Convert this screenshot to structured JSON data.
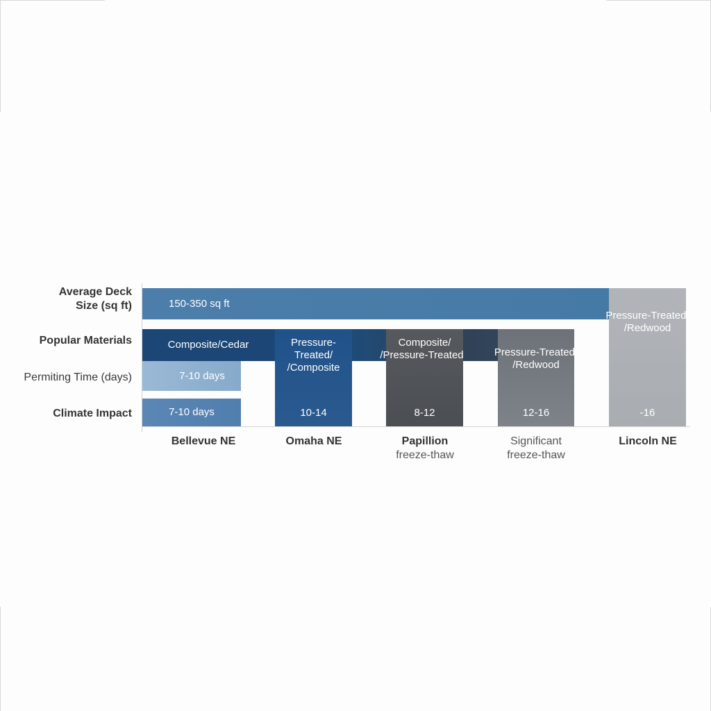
{
  "chart_data": {
    "type": "table",
    "title": "",
    "rows": [
      "Average Deck Size (sq ft)",
      "Popular Materials",
      "Permiting Time (days)",
      "Climate Impact"
    ],
    "categories": [
      "Bellevue NE",
      "Omaha NE",
      "Papillion freeze-thaw",
      "Significant freeze-thaw",
      "Lincoln NE"
    ],
    "cells": {
      "Bellevue NE": {
        "deck_size": "150-350 sq ft",
        "materials": "Composite/Cedar",
        "permitting": "7-10 days",
        "climate": "7-10 days"
      },
      "Omaha NE": {
        "materials": "Pressure-Treated/ /Composite",
        "climate": "10-14"
      },
      "Papillion": {
        "materials": "Composite/ /Pressure-Treated",
        "climate": "8-12"
      },
      "Significant freeze-thaw": {
        "materials": "Pressure-Treated/ /Redwood",
        "climate": "12-16"
      },
      "Lincoln NE": {
        "materials": "Pressure-Treated/ /Redwood",
        "climate": "-16"
      }
    },
    "colors": [
      "#4a7aa8",
      "#1f4e7e",
      "#555a60",
      "#7b8088",
      "#b4b8bd"
    ]
  },
  "rows": {
    "deck_size": {
      "label_line1": "Average Deck",
      "label_line2": "Size (sq ft)"
    },
    "materials": {
      "label": "Popular Materials"
    },
    "permitting": {
      "label": "Permiting Time (days)"
    },
    "climate": {
      "label": "Climate Impact"
    }
  },
  "bars": {
    "deck_size": "150-350 sq ft",
    "bellevue_materials": "Composite/Cedar",
    "bellevue_permitting": "7-10 days",
    "bellevue_climate": "7-10 days",
    "omaha_materials_1": "Pressure-Treated/",
    "omaha_materials_2": "/Composite",
    "omaha_climate": "10-14",
    "papillion_materials_1": "Composite/",
    "papillion_materials_2": "/Pressure-Treated",
    "papillion_climate": "8-12",
    "significant_materials_1": "Pressure-Treated/",
    "significant_materials_2": "/Redwood",
    "significant_climate": "12-16",
    "lincoln_materials_1": "Pressure-Treated/",
    "lincoln_materials_2": "/Redwood",
    "lincoln_climate": "-16"
  },
  "xaxis": [
    {
      "main": "Bellevue NE",
      "sub": ""
    },
    {
      "main": "Omaha NE",
      "sub": ""
    },
    {
      "main": "Papillion",
      "sub": "freeze-thaw"
    },
    {
      "main": "",
      "sub1": "Significant",
      "sub": "freeze-thaw"
    },
    {
      "main": "Lincoln NE",
      "sub": ""
    }
  ]
}
